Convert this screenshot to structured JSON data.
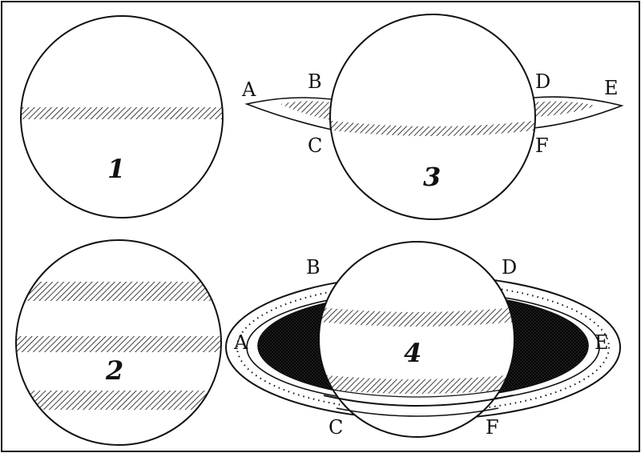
{
  "figures": [
    {
      "number": "1"
    },
    {
      "number": "2"
    },
    {
      "number": "3",
      "labels": [
        "A",
        "B",
        "C",
        "D",
        "E",
        "F"
      ]
    },
    {
      "number": "4",
      "labels": [
        "A",
        "B",
        "C",
        "D",
        "E",
        "F"
      ]
    }
  ],
  "colors": {
    "ink": "#111111",
    "paper": "#ffffff"
  }
}
